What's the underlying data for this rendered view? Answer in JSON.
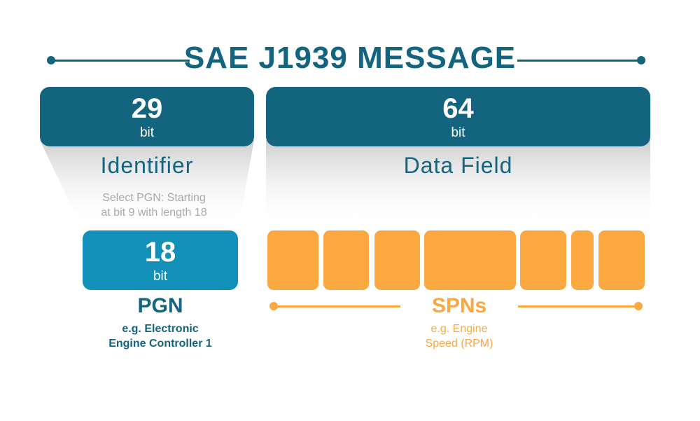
{
  "title": "SAE J1939 MESSAGE",
  "identifier": {
    "bits": "29",
    "unit": "bit",
    "label": "Identifier",
    "note_line1": "Select PGN: Starting",
    "note_line2": "at bit 9 with length 18"
  },
  "data_field": {
    "bits": "64",
    "unit": "bit",
    "label": "Data Field"
  },
  "pgn": {
    "bits": "18",
    "unit": "bit",
    "label": "PGN",
    "example_line1": "e.g. Electronic",
    "example_line2": "Engine Controller 1"
  },
  "spns": {
    "label": "SPNs",
    "example_line1": "e.g. Engine",
    "example_line2": "Speed (RPM)",
    "segment_count": 7
  },
  "colors": {
    "dark_teal": "#13647f",
    "light_teal": "#1390b9",
    "orange": "#fba840",
    "grey_text": "#a9a9a9"
  }
}
